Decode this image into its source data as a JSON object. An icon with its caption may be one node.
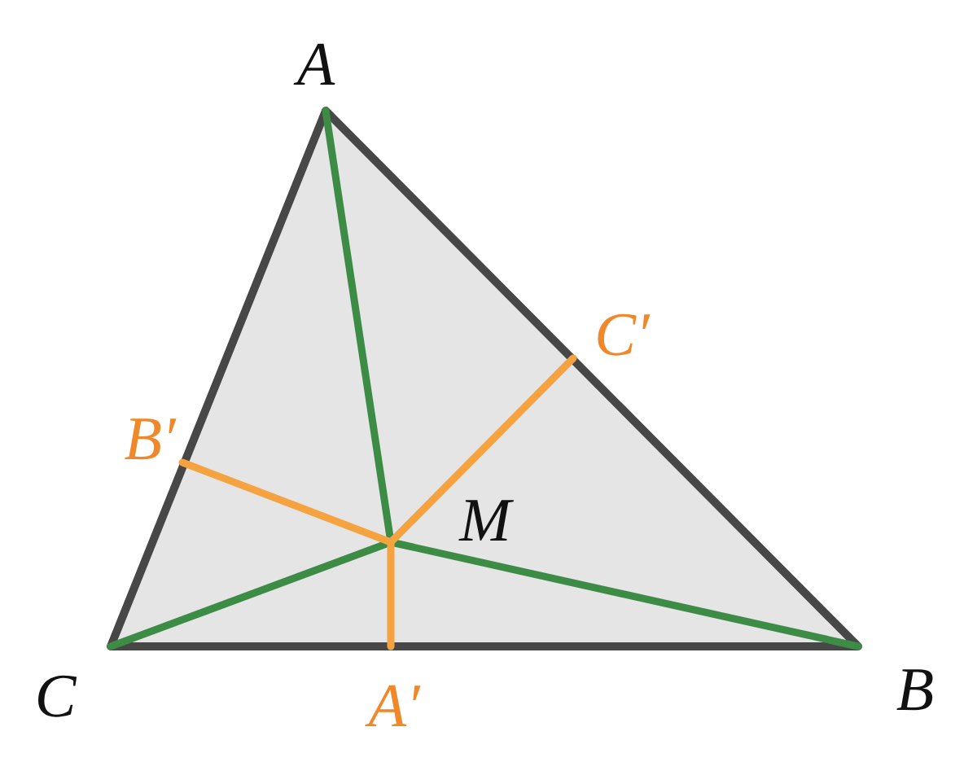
{
  "diagram": {
    "labels": [
      "A",
      "C′",
      "B′",
      "M",
      "C",
      "A′",
      "B"
    ]
  }
}
